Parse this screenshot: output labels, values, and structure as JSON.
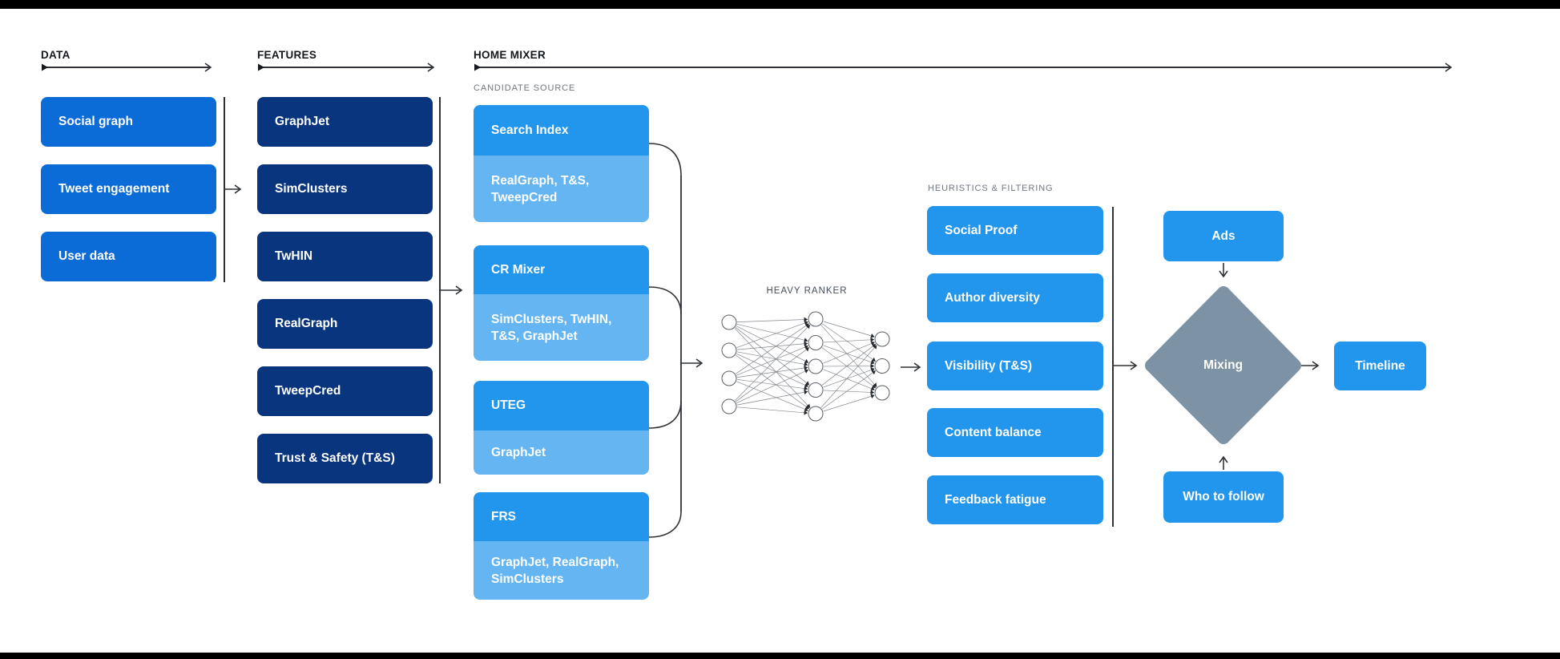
{
  "colors": {
    "medium_blue": "#0b6cd8",
    "navy_blue": "#09357e",
    "bright_blue": "#2295ec",
    "light_blue": "#64b5f2",
    "diamond_gray": "#7e92a6",
    "line_dark": "#2e3237",
    "label_gray": "#6f7780"
  },
  "sections": {
    "data": {
      "label": "DATA",
      "boxes": [
        "Social graph",
        "Tweet engagement",
        "User data"
      ]
    },
    "features": {
      "label": "FEATURES",
      "boxes": [
        "GraphJet",
        "SimClusters",
        "TwHIN",
        "RealGraph",
        "TweepCred",
        "Trust & Safety (T&S)"
      ]
    },
    "home_mixer": {
      "label": "HOME MIXER",
      "candidate_source": {
        "label": "CANDIDATE SOURCE",
        "boxes": [
          {
            "title": "Search Index",
            "sub": "RealGraph, T&S,\nTweepCred"
          },
          {
            "title": "CR Mixer",
            "sub": "SimClusters, TwHIN,\nT&S, GraphJet"
          },
          {
            "title": "UTEG",
            "sub": "GraphJet"
          },
          {
            "title": "FRS",
            "sub": "GraphJet, RealGraph,\nSimClusters"
          }
        ]
      },
      "heavy_ranker": {
        "label": "HEAVY RANKER",
        "network": {
          "input_nodes": 4,
          "hidden_nodes": 5,
          "output_nodes": 3
        }
      },
      "heuristics": {
        "label": "HEURISTICS & FILTERING",
        "boxes": [
          "Social Proof",
          "Author diversity",
          "Visibility (T&S)",
          "Content balance",
          "Feedback fatigue"
        ]
      },
      "mixing": {
        "ads": "Ads",
        "diamond": "Mixing",
        "who_to_follow": "Who to follow",
        "timeline": "Timeline"
      }
    }
  }
}
